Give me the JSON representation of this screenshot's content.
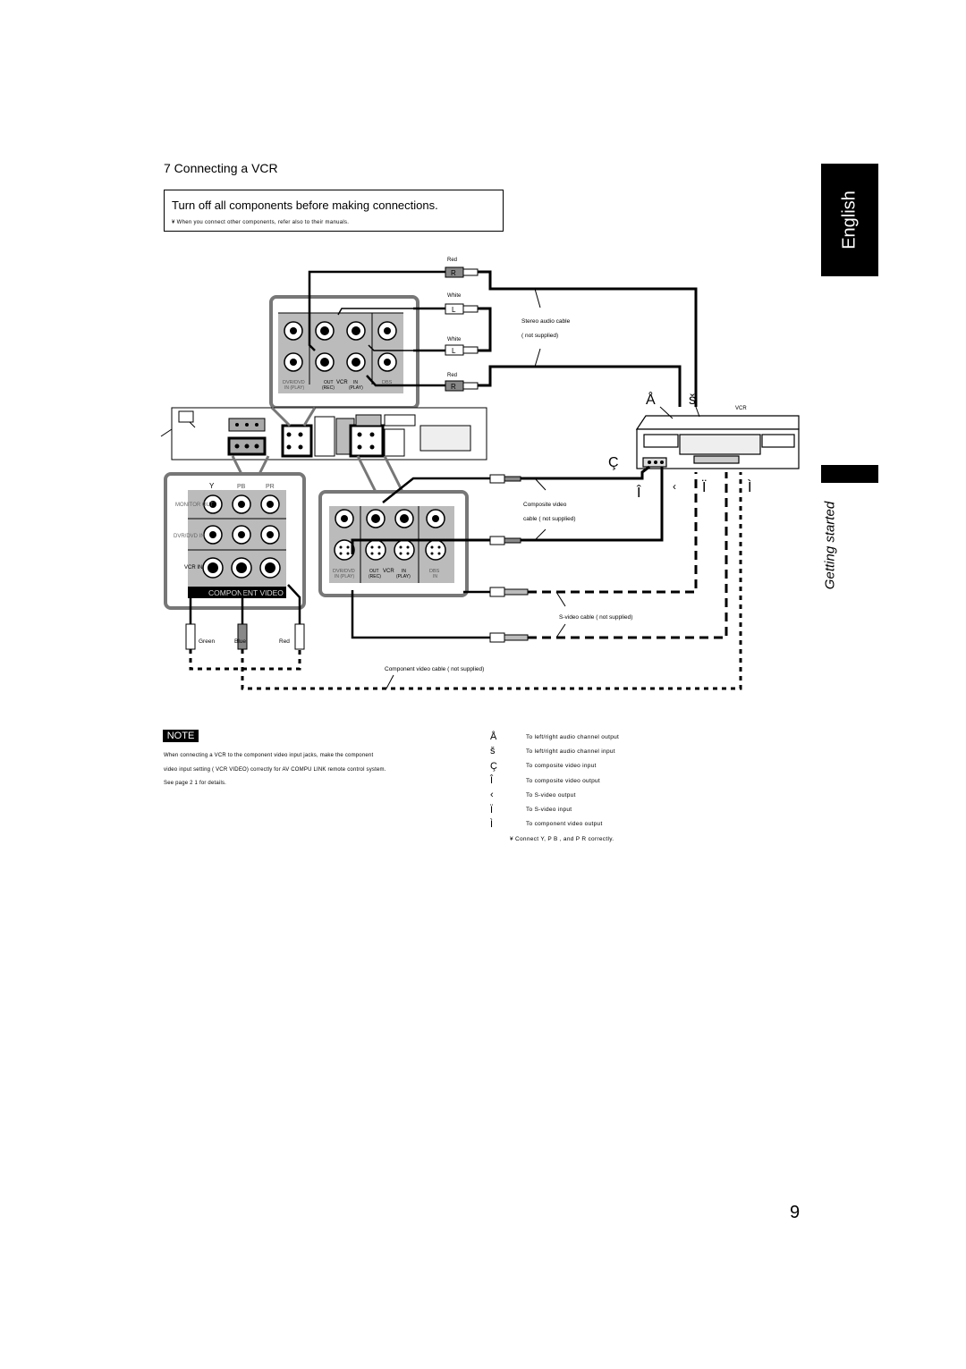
{
  "header": {
    "section_title": "7 Connecting a VCR",
    "warning_main": "Turn off all components before making connections.",
    "warning_sub": "¥  When you connect other components, refer also to their manuals."
  },
  "side_tabs": {
    "language": "English",
    "chapter": "Getting started"
  },
  "diagram": {
    "vcr_label": "VCR",
    "red_1": "Red",
    "white_1": "White",
    "white_2": "White",
    "red_2": "Red",
    "plug_r": "R",
    "plug_l": "L",
    "stereo_cable_1": "Stereo audio cable",
    "stereo_cable_2": "(      not supplied)",
    "composite_cable_1": "Composite video",
    "composite_cable_2": "cable (      not supplied)",
    "svideo_cable": "S-video cable (      not supplied)",
    "component_cable": "Component video cable (      not supplied)",
    "green": "Green",
    "blue": "Blue",
    "red_3": "Red",
    "component_video_title": "COMPONENT VIDEO",
    "col_y": "Y",
    "col_pb": "PB",
    "col_pr": "PR",
    "row_monitor": "MONITOR OUT",
    "row_dvr": "DVR/DVD IN",
    "row_vcr": "VCR IN",
    "jack_dvr": "DVR/DVD",
    "jack_in_play": "IN (PLAY)",
    "jack_out": "OUT",
    "jack_vcr": "VCR",
    "jack_in": "IN",
    "jack_rec": "(REC)",
    "jack_play": "(PLAY)",
    "jack_dbs": "DBS",
    "mark_a": "Å",
    "mark_b": "š",
    "mark_c": "Ç",
    "mark_d": "Î",
    "mark_e": "‹",
    "mark_f": "Ï",
    "mark_g": "Ì"
  },
  "note": {
    "badge": "NOTE",
    "text": "When connecting a VCR to the component video input jacks, make the component video input setting (    VCR VIDEO) correctly for AV COMPU LINK remote control system. See page 2  1       for details."
  },
  "legend": [
    {
      "symbol": "Å",
      "text": "To   left/right audio channel output"
    },
    {
      "symbol": "š",
      "text": "To   left/right audio channel input"
    },
    {
      "symbol": "Ç",
      "text": "To   composite video input"
    },
    {
      "symbol": "Î",
      "text": "To   composite video output"
    },
    {
      "symbol": "‹",
      "text": "To   S-video output"
    },
    {
      "symbol": "Ï",
      "text": "To   S-video input"
    },
    {
      "symbol": "Ì",
      "text": "To   component video output"
    }
  ],
  "legend_footnote": "¥  Connect  Y, P        B , and P   R  correctly.",
  "page_number": "9"
}
